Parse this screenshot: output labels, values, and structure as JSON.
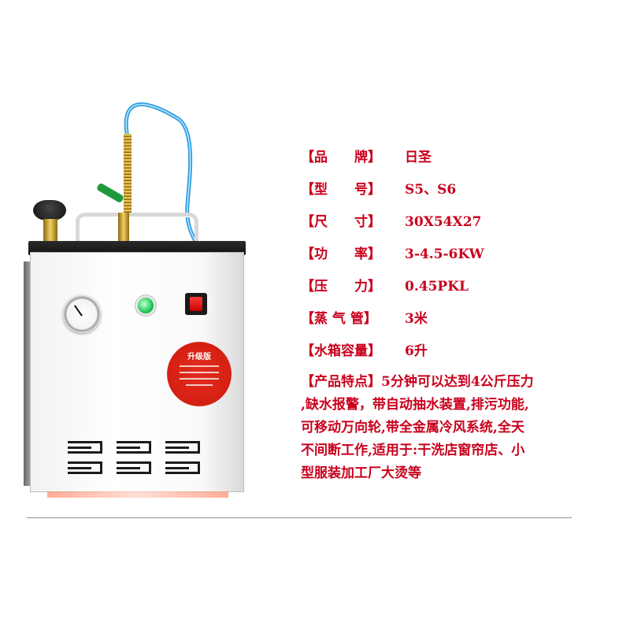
{
  "specs": [
    {
      "label": "【品　　牌】",
      "value": "日圣"
    },
    {
      "label": "【型　　号】",
      "value": "S5、S6"
    },
    {
      "label": "【尺　　寸】",
      "value": "30X54X27"
    },
    {
      "label": "【功　　率】",
      "value": "3-4.5-6KW"
    },
    {
      "label": "【压　　力】",
      "value": "0.45PKL"
    },
    {
      "label": "【蒸 气 管】",
      "value": "3米"
    },
    {
      "label": "【水箱容量】",
      "value": "6升"
    }
  ],
  "features": {
    "label": "【产品特点】",
    "lines": [
      "5分钟可以达到4公斤压力",
      ",缺水报警，带自动抽水装置,排污功能,",
      "可移动万向轮,带全金属冷风系统,全天",
      "不间断工作,适用于:干洗店窗帘店、小",
      "型服装加工厂大烫等"
    ]
  },
  "badge": {
    "title": "升级版"
  },
  "colors": {
    "accent_red": "#c9001c",
    "badge_red": "#d41f12",
    "hose_blue": "#2f9fe0"
  }
}
